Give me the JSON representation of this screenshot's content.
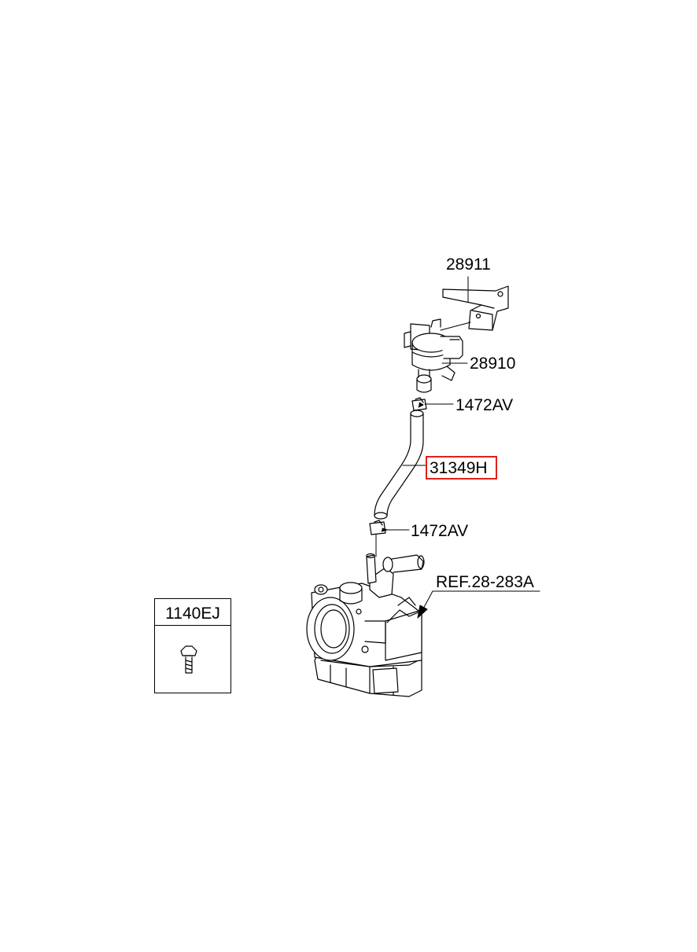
{
  "callouts": {
    "bracket": "28911",
    "purge_valve": "28910",
    "clamp_upper": "1472AV",
    "hose": "31349H",
    "clamp_lower": "1472AV",
    "throttle_ref": "REF.28-283A"
  },
  "legend": {
    "bolt_part": "1140EJ"
  },
  "colors": {
    "highlight": "#e0201c",
    "line": "#000000"
  }
}
